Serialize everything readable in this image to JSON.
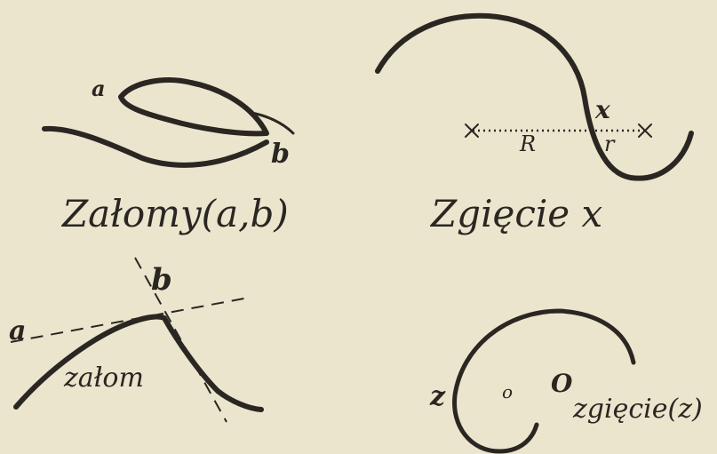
{
  "figure_top_left": {
    "label_a": "a",
    "label_b": "b",
    "caption": "Załomy(a,b)"
  },
  "figure_top_right": {
    "label_x": "x",
    "label_R": "R",
    "label_r": "r",
    "caption": "Zgięcie x"
  },
  "figure_bottom_left": {
    "label_a": "a",
    "label_b": "b",
    "curve_label": "załom"
  },
  "figure_bottom_right": {
    "label_z": "z",
    "label_o": "o",
    "label_O": "O",
    "caption": "zgięcie(z)"
  },
  "colors": {
    "paper": "#ebe5cd",
    "ink": "#2a2622"
  }
}
